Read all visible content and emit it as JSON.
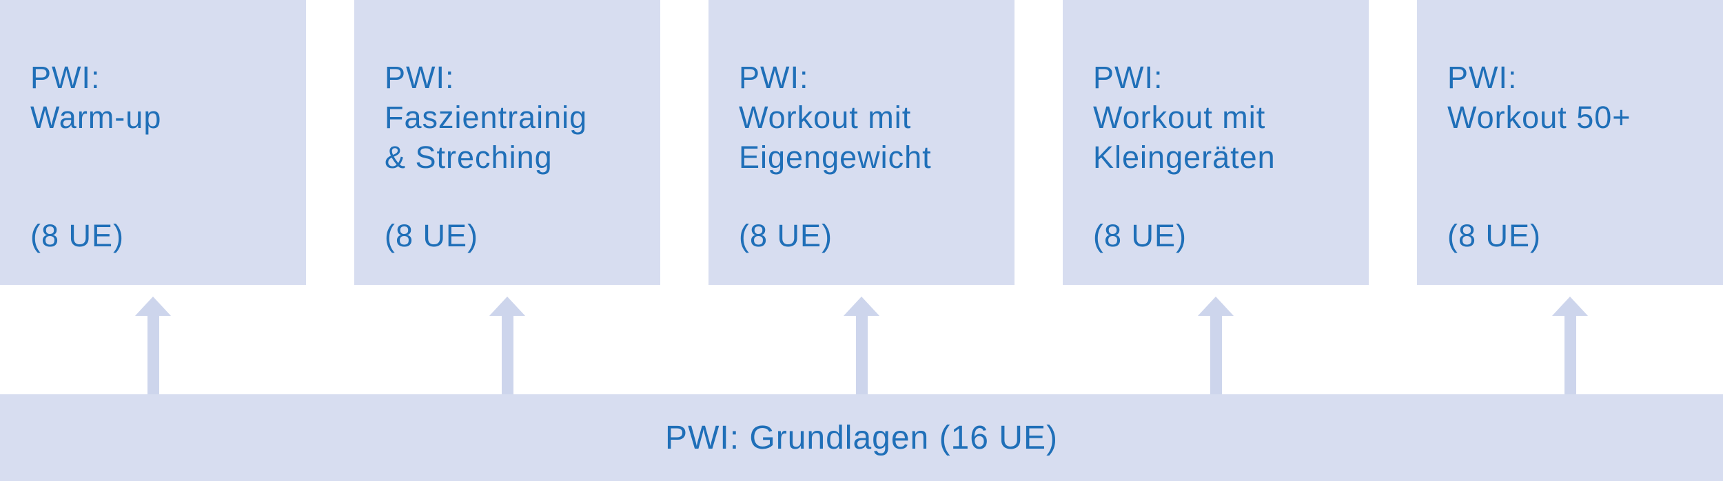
{
  "diagram": {
    "title_hint": "PWI course structure diagram",
    "colors": {
      "box_fill": "#d7ddf0",
      "arrow_fill": "#cdd5ec",
      "bar_fill": "#d7ddf0",
      "text_blue": "#1f6fb8",
      "background": "#ffffff"
    },
    "modules": [
      {
        "prefix": "PWI:",
        "name_lines": [
          "Warm-up"
        ],
        "units": "(8 UE)"
      },
      {
        "prefix": "PWI:",
        "name_lines": [
          "Faszientrainig",
          "& Streching"
        ],
        "units": "(8 UE)"
      },
      {
        "prefix": "PWI:",
        "name_lines": [
          "Workout mit",
          "Eigengewicht"
        ],
        "units": "(8 UE)"
      },
      {
        "prefix": "PWI:",
        "name_lines": [
          "Workout mit",
          "Kleingeräten"
        ],
        "units": "(8 UE)"
      },
      {
        "prefix": "PWI:",
        "name_lines": [
          "Workout 50+"
        ],
        "units": "(8 UE)"
      }
    ],
    "base": {
      "label": "PWI: Grundlagen (16 UE)"
    }
  }
}
